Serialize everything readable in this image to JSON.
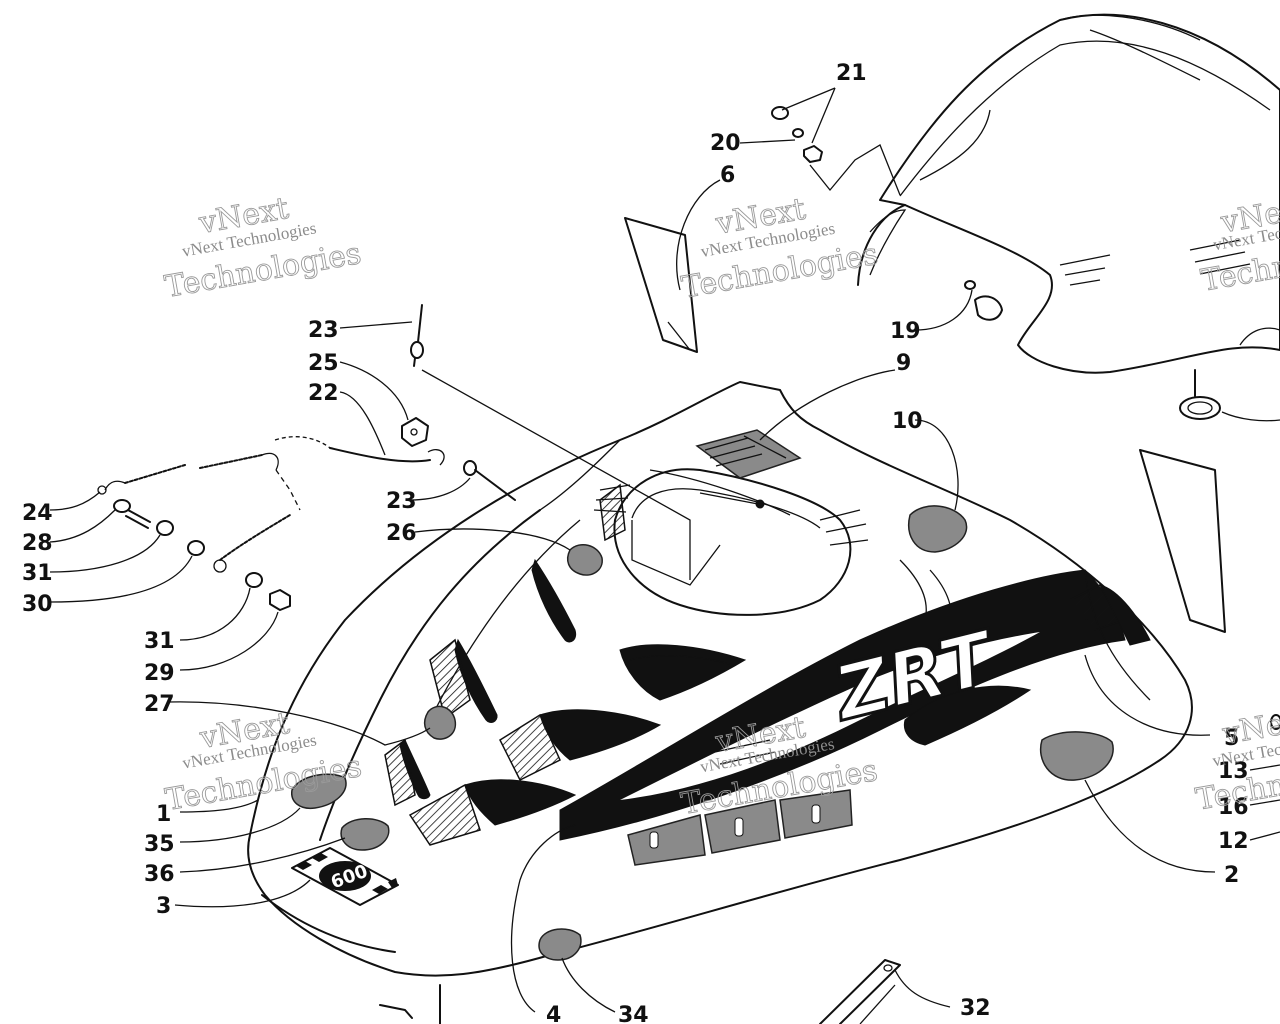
{
  "watermark": {
    "brand": "vNext",
    "line1": "vNext Technologies",
    "line2": "Technologies"
  },
  "callouts": {
    "c1": "1",
    "c2": "2",
    "c3": "3",
    "c4": "4",
    "c5": "5",
    "c6": "6",
    "c9": "9",
    "c10": "10",
    "c12": "12",
    "c13": "13",
    "c16": "16",
    "c19": "19",
    "c20": "20",
    "c21": "21",
    "c22": "22",
    "c23a": "23",
    "c23b": "23",
    "c24": "24",
    "c25": "25",
    "c26": "26",
    "c27": "27",
    "c28": "28",
    "c29": "29",
    "c30": "30",
    "c31a": "31",
    "c31b": "31",
    "c32": "32",
    "c34": "34",
    "c35": "35",
    "c36": "36"
  },
  "decals": {
    "model": "ZRT",
    "digits": "600",
    "badge": "600"
  }
}
